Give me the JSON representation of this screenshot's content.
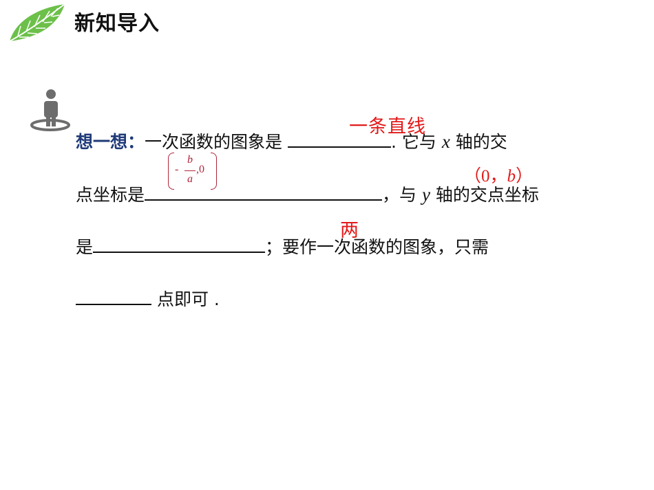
{
  "header": {
    "title": "新知导入",
    "icon": "leaf-icon"
  },
  "section_icon": "person-icon",
  "colors": {
    "think": "#1f3a78",
    "answer": "#e21a1a",
    "fraction": "#b0243a",
    "leaf": "#6cc04a"
  },
  "question": {
    "think_label": "想一想",
    "colon": "：",
    "l1_text_a": "一次函数的图象是",
    "l1_text_b": ". 它与",
    "var_x": "x",
    "l1_text_c": "轴的交",
    "l2_text_a": "点坐标是",
    "l2_text_b": "，与",
    "var_y": "y",
    "l2_text_c": "轴的交点坐标",
    "l3_text_a": "是",
    "l3_text_b": "；要作一次函数的图象，只需",
    "l4_text_a": "点即可 ."
  },
  "answers": {
    "a1": "一条直线",
    "a2": {
      "minus": "-",
      "numerator": "b",
      "denominator": "a",
      "rest": ",0"
    },
    "a3": {
      "open": "（0，",
      "var": "b",
      "close": "）"
    },
    "a4": "两"
  }
}
